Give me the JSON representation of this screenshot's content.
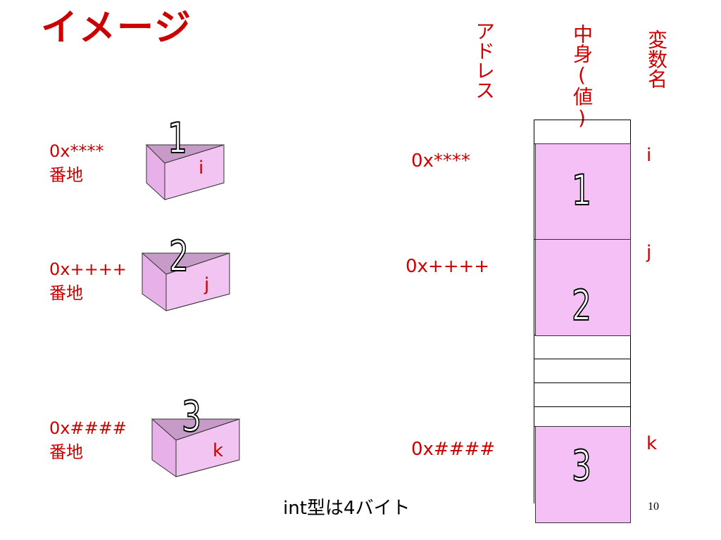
{
  "title": "イメージ",
  "headers": {
    "address": "アドレス",
    "content": "中身(値)",
    "varname": "変数名"
  },
  "left_items": [
    {
      "addr": "0x****",
      "suffix": "番地",
      "value": "1",
      "var": "i"
    },
    {
      "addr": "0x++++",
      "suffix": "番地",
      "value": "2",
      "var": "j"
    },
    {
      "addr": "0x####",
      "suffix": "番地",
      "value": "3",
      "var": "k"
    }
  ],
  "memory": [
    {
      "addr": "0x****",
      "value": "1",
      "var": "i"
    },
    {
      "addr": "0x++++",
      "value": "2",
      "var": "j"
    },
    {
      "addr": "0x####",
      "value": "3",
      "var": "k"
    }
  ],
  "footnote": "int型は4バイト",
  "page_number": "10",
  "colors": {
    "accent": "#cc0000",
    "box_fill": "#f5c0f5",
    "box_side": "#d9a3d9"
  }
}
